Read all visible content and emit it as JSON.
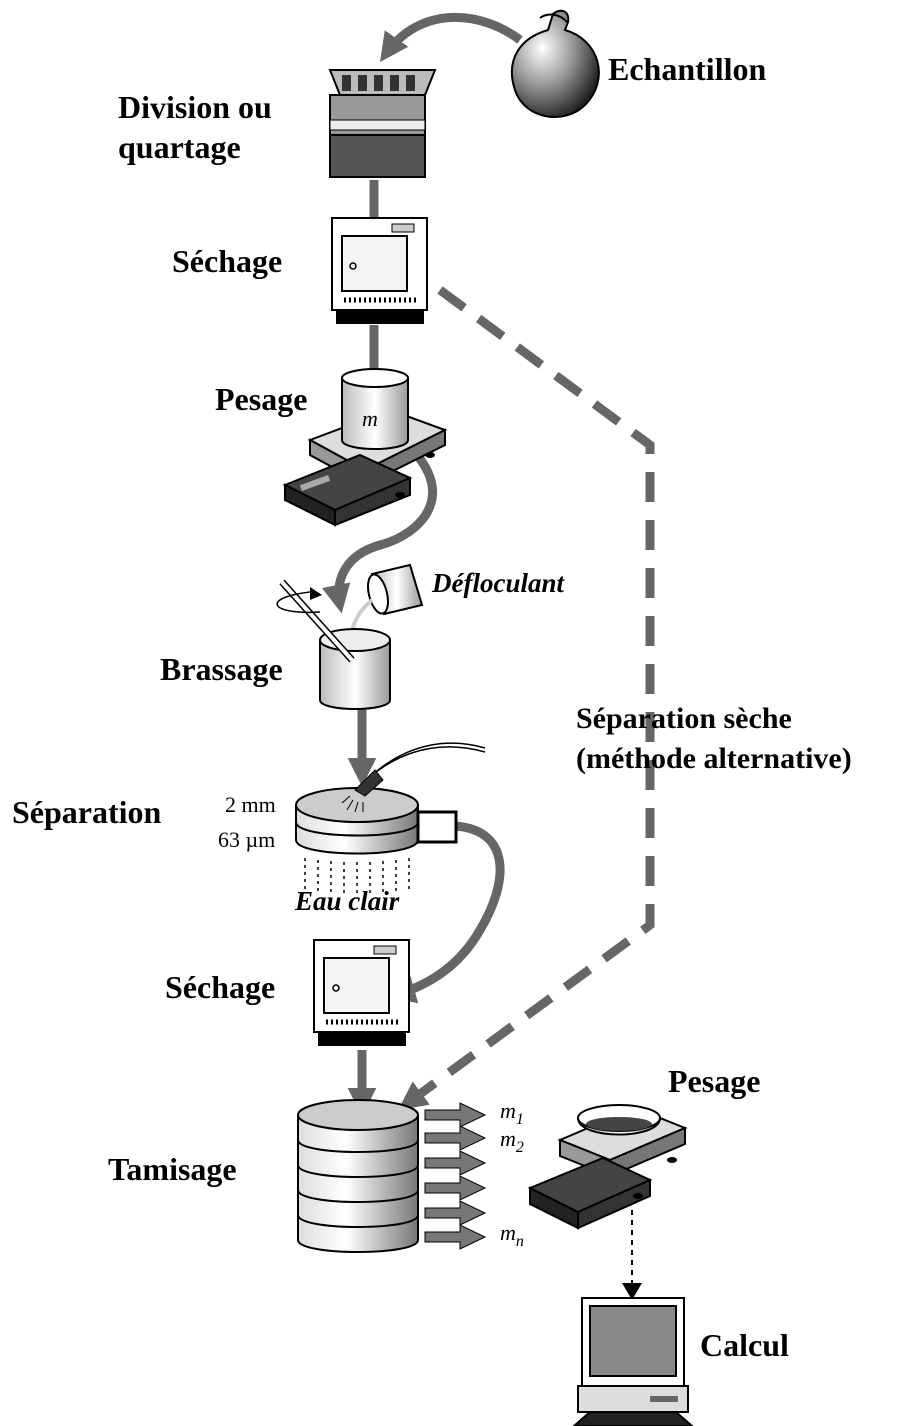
{
  "labels": {
    "echantillon": "Echantillon",
    "division_line1": "Division ou",
    "division_line2": "quartage",
    "sechage1": "Séchage",
    "pesage1": "Pesage",
    "mass_m": "m",
    "defloculant": "Défloculant",
    "brassage": "Brassage",
    "separation": "Séparation",
    "sieve_2mm": "2 mm",
    "sieve_63um": "63 µm",
    "eau_clair": "Eau clair",
    "sechage2": "Séchage",
    "tamisage": "Tamisage",
    "m1_base": "m",
    "m1_sub": "1",
    "m2_base": "m",
    "m2_sub": "2",
    "mn_base": "m",
    "mn_sub": "n",
    "pesage2": "Pesage",
    "calcul": "Calcul",
    "alt_line1": "Séparation sèche",
    "alt_line2": "(méthode alternative)"
  },
  "colors": {
    "flow_arrow": "#666666",
    "dashed_path": "#666666",
    "equipment_fill": "#e6e6e6",
    "equipment_dark": "#555555"
  }
}
